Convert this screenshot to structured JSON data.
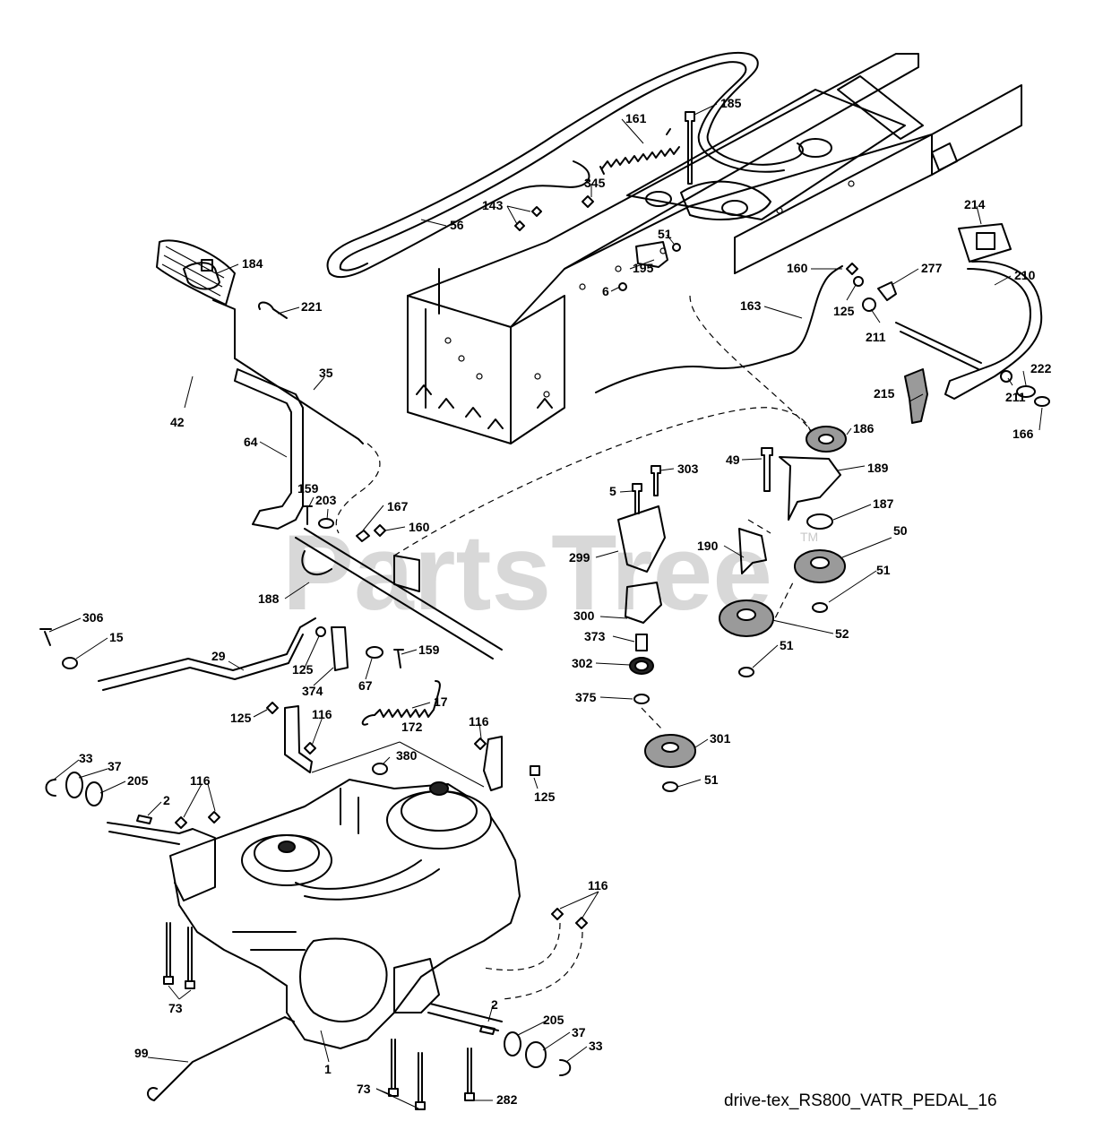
{
  "watermark": {
    "text": "PartsTree",
    "trademark": "TM"
  },
  "caption": "drive-tex_RS800_VATR_PEDAL_16",
  "callouts": {
    "c185": "185",
    "c161": "161",
    "c345": "345",
    "c143": "143",
    "c56": "56",
    "c51a": "51",
    "c195": "195",
    "c6": "6",
    "c184": "184",
    "c221": "221",
    "c214": "214",
    "c210": "210",
    "c277": "277",
    "c160a": "160",
    "c125a": "125",
    "c163": "163",
    "c211a": "211",
    "c211b": "211",
    "c222": "222",
    "c215": "215",
    "c166": "166",
    "c35": "35",
    "c42": "42",
    "c64": "64",
    "c186": "186",
    "c189": "189",
    "c49": "49",
    "c303": "303",
    "c5": "5",
    "c159a": "159",
    "c203": "203",
    "c167": "167",
    "c160b": "160",
    "c187": "187",
    "c50": "50",
    "c190": "190",
    "c299": "299",
    "c51b": "51",
    "c188": "188",
    "c300": "300",
    "c52": "52",
    "c306": "306",
    "c15": "15",
    "c373": "373",
    "c51c": "51",
    "c29": "29",
    "c125b": "125",
    "c374": "374",
    "c67": "67",
    "c159b": "159",
    "c302": "302",
    "c375": "375",
    "c17": "17",
    "c125c": "125",
    "c116a": "116",
    "c116b": "116",
    "c172": "172",
    "c301": "301",
    "c33a": "33",
    "c37a": "37",
    "c205a": "205",
    "c380": "380",
    "c125d": "125",
    "c116c": "116",
    "c2a": "2",
    "c51d": "51",
    "c116d": "116",
    "c73a": "73",
    "c2b": "2",
    "c99": "99",
    "c205b": "205",
    "c37b": "37",
    "c33b": "33",
    "c1": "1",
    "c73b": "73",
    "c282": "282"
  }
}
